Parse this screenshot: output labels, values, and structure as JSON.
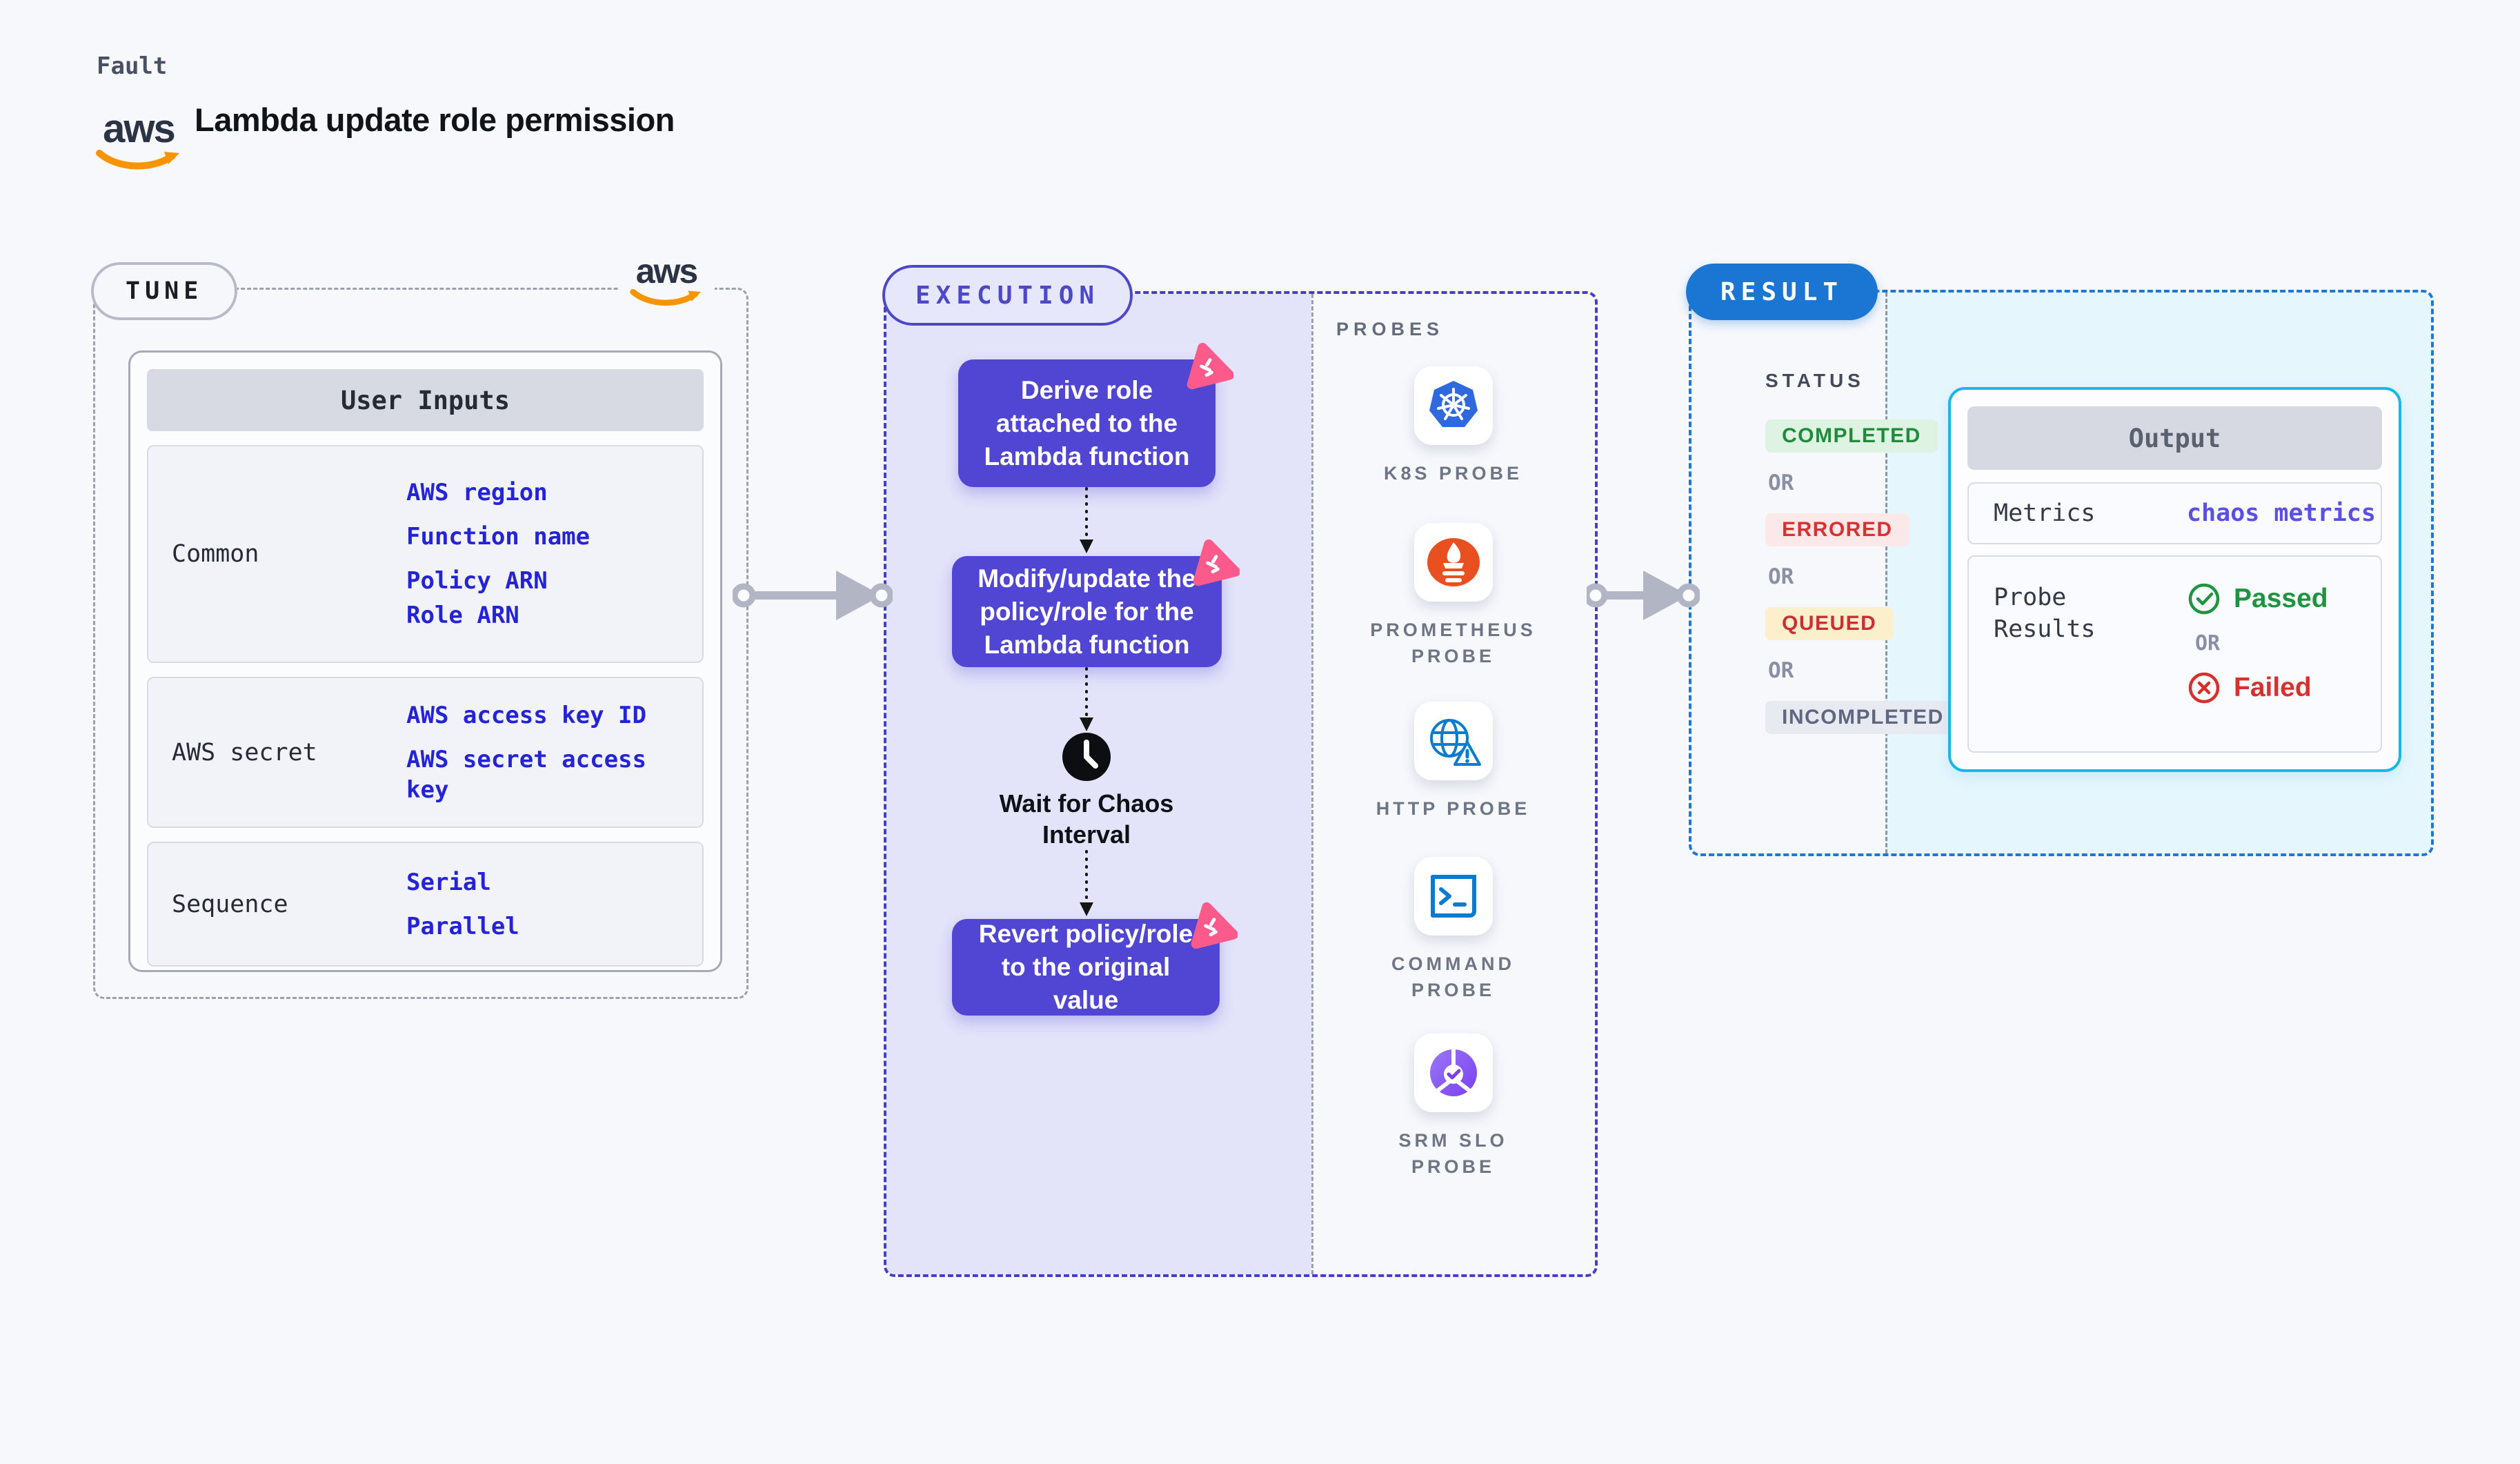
{
  "header": {
    "fault_label": "Fault",
    "title": "Lambda update role permission",
    "aws_text": "aws"
  },
  "tune": {
    "badge": "TUNE",
    "aws_text": "aws",
    "table": {
      "header": "User Inputs",
      "rows": [
        {
          "label": "Common",
          "values": [
            "AWS region",
            "Function name",
            "Policy ARN",
            "Role ARN"
          ]
        },
        {
          "label": "AWS secret",
          "values": [
            "AWS access key ID",
            "AWS secret access key"
          ]
        },
        {
          "label": "Sequence",
          "values": [
            "Serial",
            "Parallel"
          ]
        }
      ]
    }
  },
  "execution": {
    "badge": "EXECUTION",
    "steps": [
      "Derive role attached to the Lambda function",
      "Modify/update the policy/role for the Lambda function",
      "Revert policy/role to the original value"
    ],
    "wait_label": "Wait for Chaos\nInterval",
    "probes_label": "PROBES",
    "probes": [
      {
        "label": "K8S PROBE",
        "icon": "kubernetes-icon"
      },
      {
        "label": "PROMETHEUS\nPROBE",
        "icon": "prometheus-icon"
      },
      {
        "label": "HTTP PROBE",
        "icon": "http-globe-warning-icon"
      },
      {
        "label": "COMMAND\nPROBE",
        "icon": "terminal-icon"
      },
      {
        "label": "SRM SLO\nPROBE",
        "icon": "srm-slo-icon"
      }
    ]
  },
  "result": {
    "badge": "RESULT",
    "status_label": "STATUS",
    "or": "OR",
    "badges": [
      {
        "text": "COMPLETED",
        "type": "success"
      },
      {
        "text": "ERRORED",
        "type": "error"
      },
      {
        "text": "QUEUED",
        "type": "warning"
      },
      {
        "text": "INCOMPLETED",
        "type": "muted"
      }
    ],
    "output": {
      "header": "Output",
      "metrics_label": "Metrics",
      "metrics_link": "chaos metrics",
      "probe_results_label": "Probe Results",
      "passed": "Passed",
      "or": "OR",
      "failed": "Failed"
    }
  },
  "colors": {
    "accent_indigo": "#4d47c9",
    "node_purple": "#5145d3",
    "result_blue": "#1b76d3",
    "cyan_border": "#18b7e9",
    "link_blue": "#2423d8",
    "chaos_pink": "#fb5a8b",
    "success_green": "#1f8b3b",
    "error_red": "#d63232",
    "aws_orange": "#f79400"
  }
}
